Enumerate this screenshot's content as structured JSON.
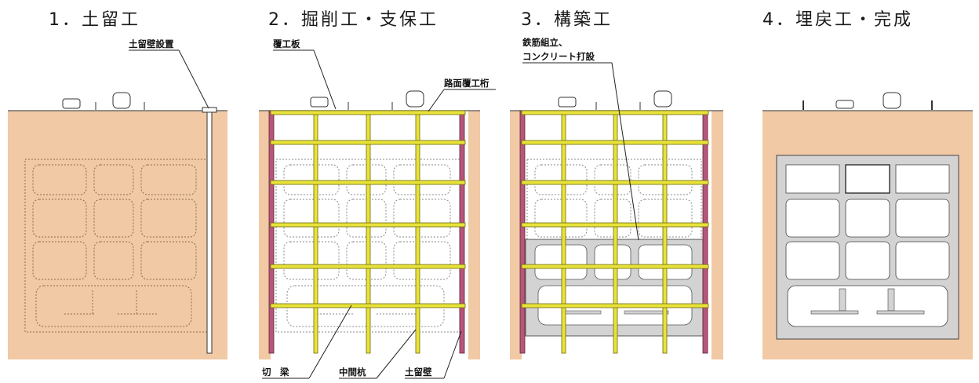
{
  "stages": [
    {
      "title": "1．土留工"
    },
    {
      "title": "2．掘削工・支保工"
    },
    {
      "title": "3．構築工"
    },
    {
      "title": "4．埋戻工・完成"
    }
  ],
  "callouts": {
    "retaining_wall_install": "土留壁設置",
    "cover_plate": "覆工板",
    "road_deck_girder": "路面覆工桁",
    "rebar_assembly": "鉄筋組立、",
    "concrete_placing": "コンクリート打設",
    "strut": "切　梁",
    "intermediate_pile": "中間杭",
    "retaining_wall": "土留壁"
  },
  "colors": {
    "soil": "#f1c9a5",
    "strut_yellow": "#e8e33a",
    "retaining_wall_pink": "#b8557a",
    "concrete": "#d3d3d3",
    "ground_line": "#555555"
  }
}
